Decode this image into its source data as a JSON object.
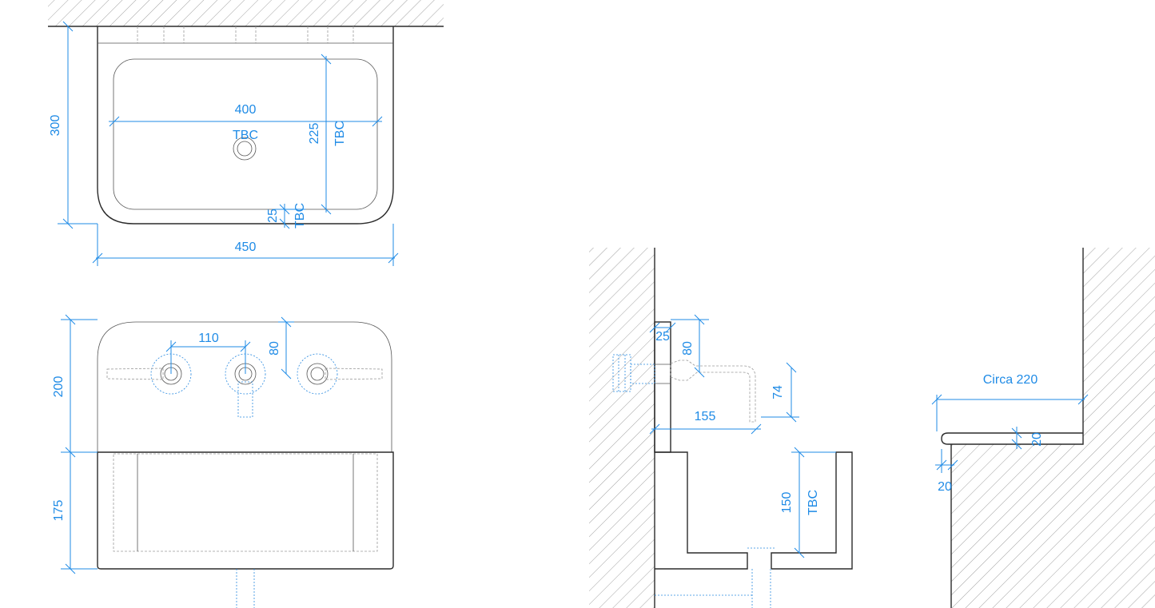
{
  "colors": {
    "dimension": "#1f8be6",
    "outline": "#2b2b2b",
    "hatch": "#8a8a8a"
  },
  "plan_view": {
    "overall_width": "450",
    "overall_depth": "300",
    "bowl_width": "400",
    "bowl_depth": "225",
    "waste_position": "TBC",
    "bowl_depth_tbc": "TBC",
    "rim_offset": "25",
    "rim_offset_tbc": "TBC"
  },
  "front_view": {
    "tap_spacing": "110",
    "tap_height": "80",
    "upstand_height": "200",
    "basin_height": "175"
  },
  "side_view": {
    "backplate_depth": "25",
    "spout_height": "80",
    "spout_drop": "74",
    "spout_projection": "155",
    "bowl_depth": "150",
    "bowl_depth_tbc": "TBC"
  },
  "shelf_detail": {
    "projection": "Circa 220",
    "thickness": "20",
    "front_offset": "20"
  }
}
